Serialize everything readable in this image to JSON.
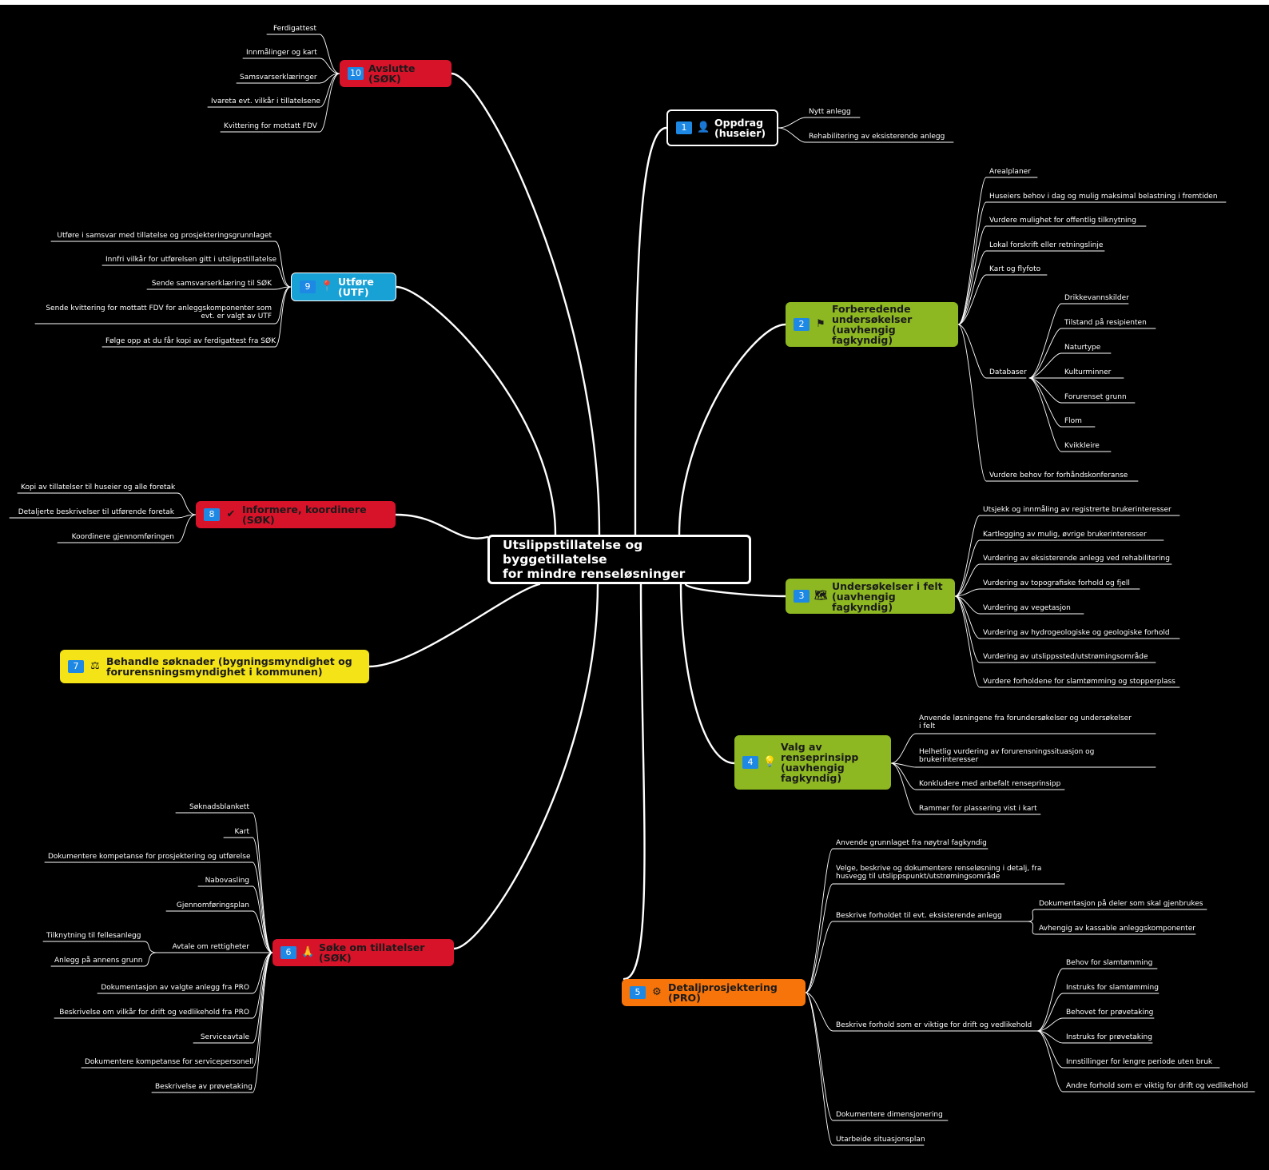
{
  "central": {
    "label": "Utslippstillatelse og byggetillatelse\nfor mindre renseløsninger"
  },
  "colors": {
    "background": "#000000",
    "white": "#ffffff",
    "green": "#8db822",
    "red": "#d7132a",
    "blue": "#17a1d5",
    "yellow": "#f4e316",
    "orange": "#f7740b",
    "badge": "#1e88e5"
  },
  "branches": [
    {
      "num": "1",
      "icon": "person-icon",
      "label": "Oppdrag\n(huseier)"
    },
    {
      "num": "2",
      "icon": "flag-icon",
      "label": "Forberedende\nundersøkelser\n(uavhengig fagkyndig)"
    },
    {
      "num": "3",
      "icon": "map-icon",
      "label": "Undersøkelser i felt\n(uavhengig fagkyndig)"
    },
    {
      "num": "4",
      "icon": "lightbulb-icon",
      "label": "Valg av\nrenseprinsipp\n(uavhengig\nfagkyndig)"
    },
    {
      "num": "5",
      "icon": "gear-icon",
      "label": "Detaljprosjektering (PRO)"
    },
    {
      "num": "6",
      "icon": "pray-icon",
      "label": "Søke om tillatelser (SØK)"
    },
    {
      "num": "7",
      "icon": "scales-icon",
      "label": "Behandle søknader          (bygningsmyndighet og\nforurensningsmyndighet i kommunen)"
    },
    {
      "num": "8",
      "icon": "check-icon",
      "label": "Informere, koordinere (SØK)"
    },
    {
      "num": "9",
      "icon": "pin-icon",
      "label": "Utføre (UTF)"
    },
    {
      "num": "10",
      "icon": "",
      "label": "Avslutte (SØK)"
    }
  ],
  "leaves": {
    "b1": [
      "Nytt anlegg",
      "Rehabilitering av eksisterende anlegg"
    ],
    "b2": [
      "Arealplaner",
      "Huseiers behov i dag og mulig maksimal belastning i fremtiden",
      "Vurdere mulighet for offentlig tilknytning",
      "Lokal forskrift eller retningslinje",
      "Kart og flyfoto",
      "Databaser",
      "Vurdere behov for forhåndskonferanse"
    ],
    "b2_databaser": [
      "Drikkevannskilder",
      "Tilstand på resipienten",
      "Naturtype",
      "Kulturminner",
      "Forurenset grunn",
      "Flom",
      "Kvikkleire"
    ],
    "b3": [
      "Utsjekk og innmåling av registrerte brukerinteresser",
      "Kartlegging av mulig, øvrige brukerinteresser",
      "Vurdering av eksisterende anlegg ved rehabilitering",
      "Vurdering av topografiske forhold og fjell",
      "Vurdering av vegetasjon",
      "Vurdering av hydrogeologiske og geologiske forhold",
      "Vurdering av utslippssted/utstrømingsområde",
      "Vurdere forholdene for slamtømming og stopperplass"
    ],
    "b4": [
      "Anvende løsningene fra forundersøkelser og undersøkelser i felt",
      "Helhetlig vurdering av forurensningssituasjon og brukerinteresser",
      "Konkludere med anbefalt renseprinsipp",
      "Rammer for plassering vist i kart"
    ],
    "b5": [
      "Anvende grunnlaget fra nøytral fagkyndig",
      "Velge, beskrive og dokumentere renseløsning i detalj, fra husvegg til utslippspunkt/utstrømingsområde",
      "Beskrive forholdet til evt. eksisterende  anlegg",
      "Beskrive forhold som er viktige for drift og vedlikehold",
      "Dokumentere dimensjonering",
      "Utarbeide situasjonsplan"
    ],
    "b5_eksisterende": [
      "Dokumentasjon på deler som skal gjenbrukes",
      "Avhengig av kassable anleggskomponenter"
    ],
    "b5_drift": [
      "Behov for slamtømming",
      "Instruks for slamtømming",
      "Behovet for prøvetaking",
      "Instruks for prøvetaking",
      "Innstillinger for lengre periode uten bruk",
      "Andre forhold som er viktig for drift og vedlikehold"
    ],
    "b6": [
      "Søknadsblankett",
      "Kart",
      "Dokumentere kompetanse for prosjektering og utførelse",
      "Nabovasling",
      "Gjennomføringsplan",
      "Avtale om rettigheter",
      "Dokumentasjon av valgte anlegg fra PRO",
      "Beskrivelse om vilkår for drift og vedlikehold fra PRO",
      "Serviceavtale",
      "Dokumentere kompetanse for servicepersonell",
      "Beskrivelse av prøvetaking"
    ],
    "b6_rettigheter": [
      "Tilknytning til fellesanlegg",
      "Anlegg på annens grunn"
    ],
    "b8": [
      "Kopi av tillatelser til huseier og alle foretak",
      "Detaljerte beskrivelser til utførende foretak",
      "Koordinere  gjennomføringen"
    ],
    "b9": [
      "Utføre i samsvar med tillatelse og prosjekteringsgrunnlaget",
      "Innfri vilkår for utførelsen gitt i utslippstillatelse",
      "Sende samsvarserklæring til SØK",
      "Sende kvittering for mottatt FDV for anleggskomponenter som evt. er valgt av UTF",
      "Følge opp at du får kopi av ferdigattest fra SØK"
    ],
    "b10": [
      "Ferdigattest",
      "Innmålinger og kart",
      "Samsvarserklæringer",
      "Ivareta evt. vilkår i tillatelsene",
      "Kvittering for mottatt FDV"
    ]
  }
}
